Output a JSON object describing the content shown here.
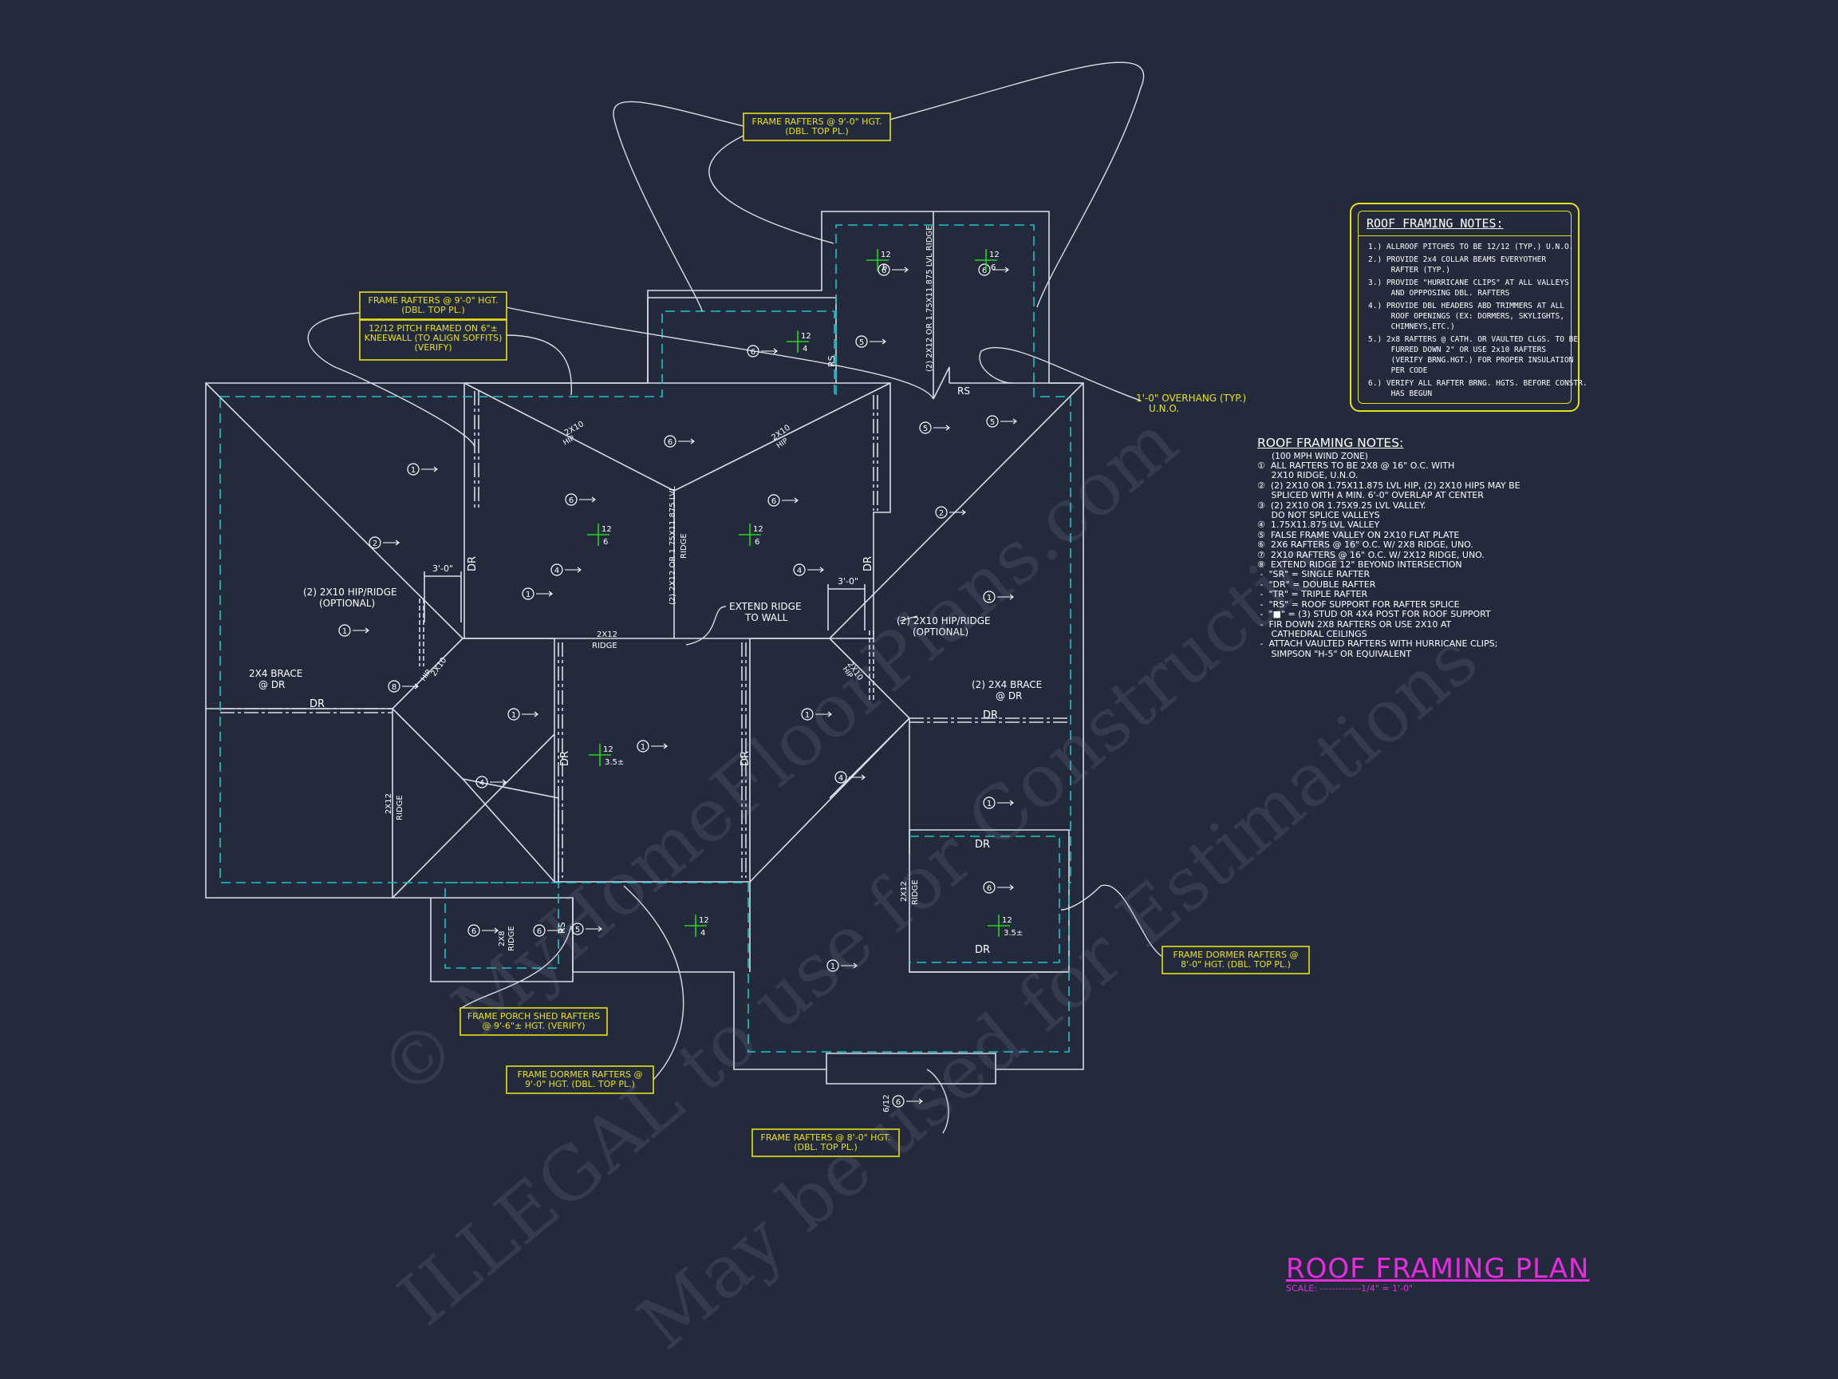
{
  "colors": {
    "background": "#232a3c",
    "linework": "#d9dde6",
    "dashed_overhang": "#1fc2c8",
    "callout": "#e8e21a",
    "pitch_marker": "#26d11f",
    "title": "#e82be0",
    "text": "#ffffff"
  },
  "callouts": {
    "top_center": [
      "FRAME RAFTERS @ 9'-0\" HGT.",
      "(DBL. TOP PL.)"
    ],
    "top_left_1": [
      "FRAME RAFTERS @ 9'-0\" HGT.",
      "(DBL. TOP PL.)"
    ],
    "top_left_2": [
      "12/12 PITCH FRAMED ON 6\"±",
      "KNEEWALL (TO ALIGN SOFFITS)",
      "(VERIFY)"
    ],
    "right_dormer": [
      "FRAME DORMER RAFTERS @",
      "8'-0\" HGT. (DBL. TOP PL.)"
    ],
    "porch": [
      "FRAME PORCH SHED RAFTERS",
      "@ 9'-6\"± HGT. (VERIFY)"
    ],
    "bottom_dormer": [
      "FRAME DORMER RAFTERS @",
      "9'-0\" HGT. (DBL. TOP PL.)"
    ],
    "bottom_center": [
      "FRAME RAFTERS @ 8'-0\" HGT.",
      "(DBL. TOP PL.)"
    ]
  },
  "labels": {
    "overhang": [
      "1'-0\" OVERHANG (TYP.)",
      "U.N.O."
    ],
    "hip_ridge_left": [
      "(2) 2x10 HIP/RIDGE",
      "(OPTIONAL)"
    ],
    "hip_ridge_right": [
      "(2) 2x10 HIP/RIDGE",
      "(OPTIONAL)"
    ],
    "brace_left": [
      "2x4 BRACE",
      "@ DR"
    ],
    "brace_right": [
      "(2) 2x4 BRACE",
      "@ DR"
    ],
    "extend_ridge": [
      "EXTEND RIDGE",
      "TO WALL"
    ],
    "lvl_ridge_top": "(2) 2x12 OR 1.75x11.875 LVL RIDGE",
    "lvl_ridge_center": "(2) 2x12 OR 1.75x11.875 LVL",
    "ridge_center": "RIDGE",
    "ridge_2x12": "2x12",
    "hip": "HIP",
    "hip_2x10": "2x10",
    "dim_3ft": "3'-0\"",
    "dr": "DR",
    "rs": "RS",
    "ridge_2x8": "2x8",
    "pitch_12": "12",
    "pitch_6": "6",
    "pitch_4": "4",
    "pitch_35": "3.5±",
    "pitch_612": "6/12"
  },
  "boxed_notes": {
    "title": "ROOF FRAMING NOTES:",
    "items": [
      "1.) ALLROOF PITCHES TO BE 12/12 (TYP.) U.N.O.",
      "2.) PROVIDE 2x4 COLLAR BEAMS EVERYOTHER\n     RAFTER (TYP.)",
      "3.) PROVIDE \"HURRICANE CLIPS\" AT ALL VALLEYS\n     AND OPPPOSING DBL. RAFTERS",
      "4.) PROVIDE DBL HEADERS ABD TRIMMERS AT ALL\n     ROOF OPENINGS (EX: DORMERS, SKYLIGHTS,\n     CHIMNEYS,ETC.)",
      "5.) 2x8 RAFTERS @ CATH. OR VAULTED CLGS. TO BE\n     FURRED DOWN 2\" OR USE 2x10 RAFTERS\n     (VERIFY BRNG.HGT.) FOR PROPER INSULATION\n     PER CODE",
      "6.) VERIFY ALL RAFTER BRNG. HGTS. BEFORE CONSTR.\n     HAS BEGUN"
    ]
  },
  "general_notes": {
    "title": "ROOF FRAMING NOTES:",
    "subtitle": "(100 MPH WIND ZONE)",
    "lines": [
      "①  ALL RAFTERS TO BE 2x8 @ 16\" O.C. WITH",
      "     2x10 RIDGE, U.N.O.",
      "②  (2) 2x10 OR 1.75x11.875 LVL HIP, (2) 2x10 HIPS MAY BE",
      "     SPLICED WITH A MIN. 6'-0\" OVERLAP AT CENTER",
      "③  (2) 2x10 OR 1.75x9.25 LVL VALLEY.",
      "     DO NOT SPLICE VALLEYS",
      "④  1.75x11.875 LVL VALLEY",
      "⑤  FALSE FRAME VALLEY ON 2x10 FLAT PLATE",
      "⑥  2x6 RAFTERS @ 16\" O.C. W/ 2x8 RIDGE, UNO.",
      "⑦  2x10 RAFTERS @ 16\" O.C. W/ 2x12 RIDGE, UNO.",
      "⑧  EXTEND RIDGE 12\" BEYOND INTERSECTION",
      " -  \"SR\" = SINGLE RAFTER",
      " -  \"DR\" = DOUBLE RAFTER",
      " -  \"TR\" = TRIPLE RAFTER",
      " -  \"RS\" = ROOF SUPPORT FOR RAFTER SPLICE",
      " -  \"■\" = (3) STUD OR 4x4 POST FOR ROOF SUPPORT",
      " -  FIR DOWN 2x8 RAFTERS OR USE 2x10 AT",
      "     CATHEDRAL CEILINGS",
      " -  ATTACH VAULTED RAFTERS WITH HURRICANE CLIPS;",
      "     SIMPSON \"H-5\" OR EQUIVALENT"
    ]
  },
  "title_block": {
    "title": "ROOF FRAMING PLAN",
    "scale": "SCALE: -------------1/4\" = 1'-0\""
  },
  "watermarks": [
    "© MyHomeFloorPlans.com",
    "ILLEGAL to use for Construction",
    "May be used for Estimations"
  ]
}
